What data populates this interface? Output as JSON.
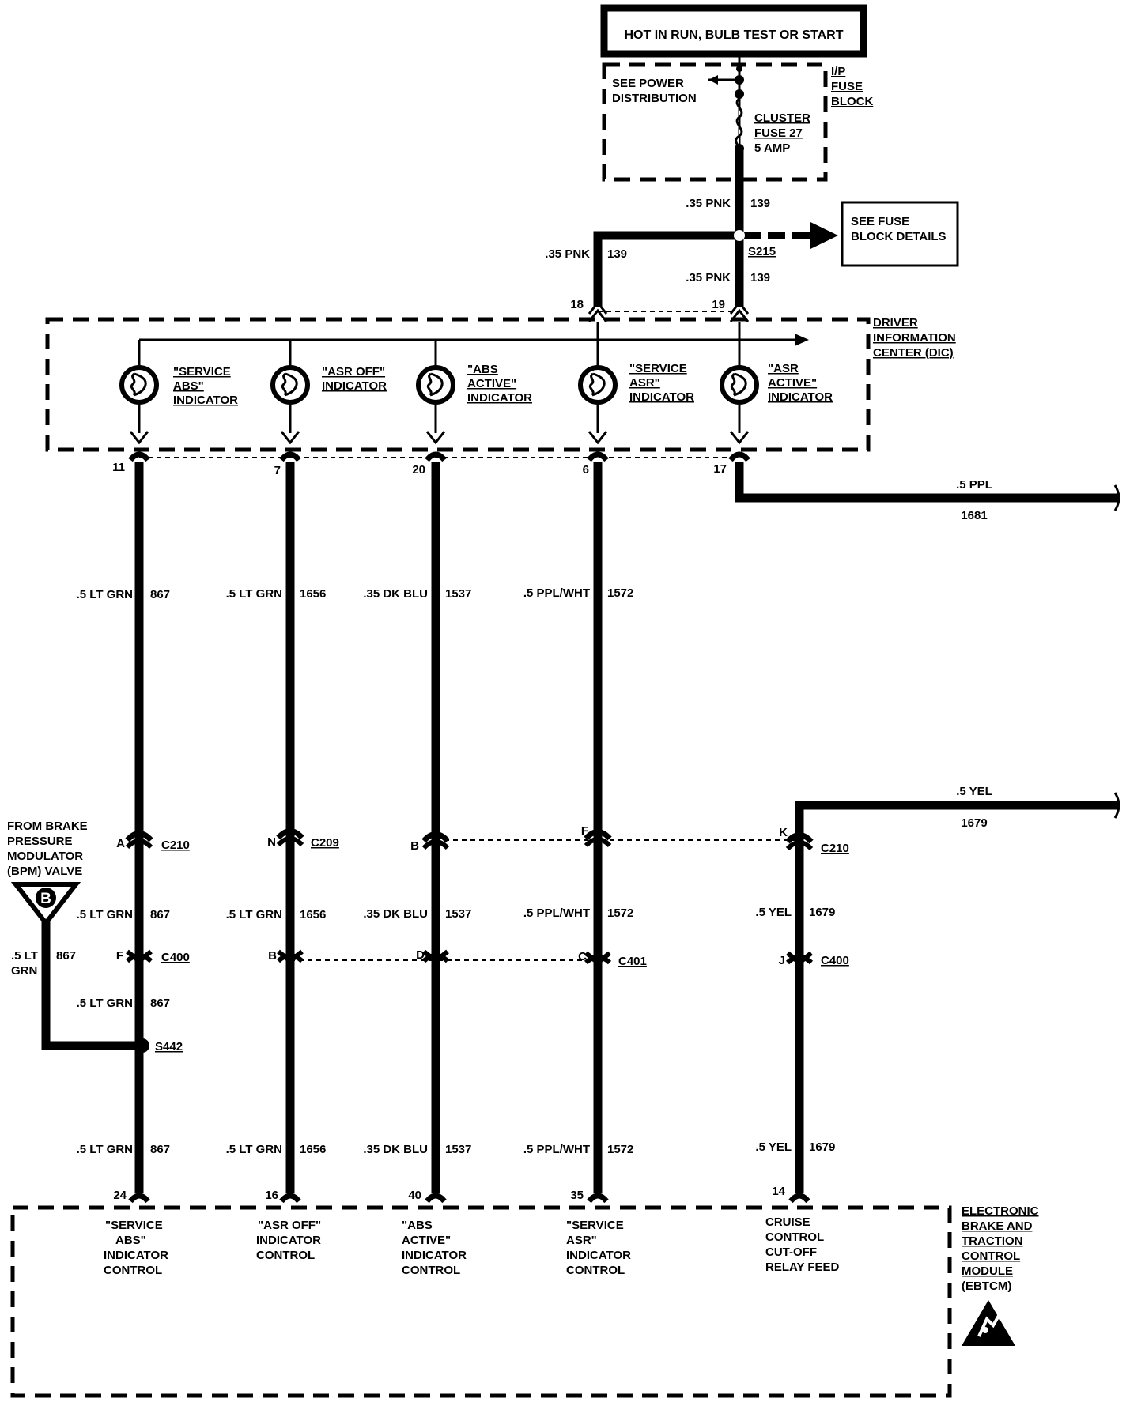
{
  "power": {
    "header": "HOT IN RUN, BULB TEST OR START",
    "fuse_block_lines": [
      "I/P",
      "FUSE",
      "BLOCK"
    ],
    "see_power_lines": [
      "SEE POWER",
      "DISTRIBUTION"
    ],
    "fuse_lines": [
      "CLUSTER",
      "FUSE 27",
      "5 AMP"
    ],
    "see_fuse_lines": [
      "SEE FUSE",
      "BLOCK DETAILS"
    ],
    "splice": "S215"
  },
  "wire_labels": {
    "feed_top": {
      "gauge_color": ".35 PNK",
      "circuit": "139"
    },
    "feed_left": {
      "gauge_color": ".35 PNK",
      "circuit": "139"
    },
    "feed_right": {
      "gauge_color": ".35 PNK",
      "circuit": "139"
    },
    "ppl_out": {
      "gauge_color": ".5 PPL",
      "circuit": "1681"
    },
    "yel_out": {
      "gauge_color": ".5 YEL",
      "circuit": "1679"
    }
  },
  "dic": {
    "label_lines": [
      "DRIVER",
      "INFORMATION",
      "CENTER (DIC)"
    ],
    "power_pins": [
      "18",
      "19"
    ],
    "indicators": [
      {
        "lines": [
          "\"SERVICE",
          "ABS\"",
          "INDICATOR"
        ],
        "pin": "11"
      },
      {
        "lines": [
          "\"ASR OFF\"",
          "INDICATOR"
        ],
        "pin": "7"
      },
      {
        "lines": [
          "\"ABS",
          "ACTIVE\"",
          "INDICATOR"
        ],
        "pin": "20"
      },
      {
        "lines": [
          "\"SERVICE",
          "ASR\"",
          "INDICATOR"
        ],
        "pin": "6"
      },
      {
        "lines": [
          "\"ASR",
          "ACTIVE\"",
          "INDICATOR"
        ],
        "pin": "17"
      }
    ]
  },
  "columns": [
    {
      "upper": {
        "gauge_color": ".5 LT GRN",
        "circuit": "867"
      },
      "conn1": {
        "pin": "A",
        "name": "C210"
      },
      "mid": {
        "gauge_color": ".5 LT GRN",
        "circuit": "867"
      },
      "conn2": {
        "pin": "F",
        "name": "C400"
      },
      "lower1": {
        "gauge_color": ".5 LT GRN",
        "circuit": "867"
      },
      "lower2": {
        "gauge_color": ".5 LT GRN",
        "circuit": "867"
      },
      "ebtcm_pin": "24",
      "ebtcm_lines": [
        "\"SERVICE",
        "ABS\"",
        "INDICATOR",
        "CONTROL"
      ]
    },
    {
      "upper": {
        "gauge_color": ".5 LT GRN",
        "circuit": "1656"
      },
      "conn1": {
        "pin": "N",
        "name": "C209"
      },
      "mid": {
        "gauge_color": ".5 LT GRN",
        "circuit": "1656"
      },
      "conn2": {
        "pin": "B",
        "name": ""
      },
      "lower2": {
        "gauge_color": ".5 LT GRN",
        "circuit": "1656"
      },
      "ebtcm_pin": "16",
      "ebtcm_lines": [
        "\"ASR OFF\"",
        "INDICATOR",
        "CONTROL"
      ]
    },
    {
      "upper": {
        "gauge_color": ".35 DK BLU",
        "circuit": "1537"
      },
      "conn1": {
        "pin": "B",
        "name": ""
      },
      "mid": {
        "gauge_color": ".35 DK BLU",
        "circuit": "1537"
      },
      "conn2": {
        "pin": "D",
        "name": ""
      },
      "lower2": {
        "gauge_color": ".35 DK BLU",
        "circuit": "1537"
      },
      "ebtcm_pin": "40",
      "ebtcm_lines": [
        "\"ABS",
        "ACTIVE\"",
        "INDICATOR",
        "CONTROL"
      ]
    },
    {
      "upper": {
        "gauge_color": ".5 PPL/WHT",
        "circuit": "1572"
      },
      "conn1": {
        "pin": "F",
        "name": ""
      },
      "mid": {
        "gauge_color": ".5 PPL/WHT",
        "circuit": "1572"
      },
      "conn2": {
        "pin": "C",
        "name": "C401"
      },
      "lower2": {
        "gauge_color": ".5 PPL/WHT",
        "circuit": "1572"
      },
      "ebtcm_pin": "35",
      "ebtcm_lines": [
        "\"SERVICE",
        "ASR\"",
        "INDICATOR",
        "CONTROL"
      ]
    },
    {
      "conn1": {
        "pin": "K",
        "name": "C210"
      },
      "mid": {
        "gauge_color": ".5 YEL",
        "circuit": "1679"
      },
      "conn2": {
        "pin": "J",
        "name": "C400"
      },
      "lower2": {
        "gauge_color": ".5 YEL",
        "circuit": "1679"
      },
      "ebtcm_pin": "14",
      "ebtcm_lines": [
        "CRUISE",
        "CONTROL",
        "CUT-OFF",
        "RELAY FEED"
      ]
    }
  ],
  "bpm": {
    "label_lines": [
      "FROM BRAKE",
      "PRESSURE",
      "MODULATOR",
      "(BPM) VALVE"
    ],
    "symbol": "B",
    "wire_lines": [
      ".5 LT",
      "GRN"
    ],
    "wire_circuit": "867",
    "splice": "S442"
  },
  "ebtcm": {
    "label_lines": [
      "ELECTRONIC",
      "BRAKE AND",
      "TRACTION",
      "CONTROL",
      "MODULE",
      "(EBTCM)"
    ],
    "esd_icon": "esd-warning-icon"
  }
}
